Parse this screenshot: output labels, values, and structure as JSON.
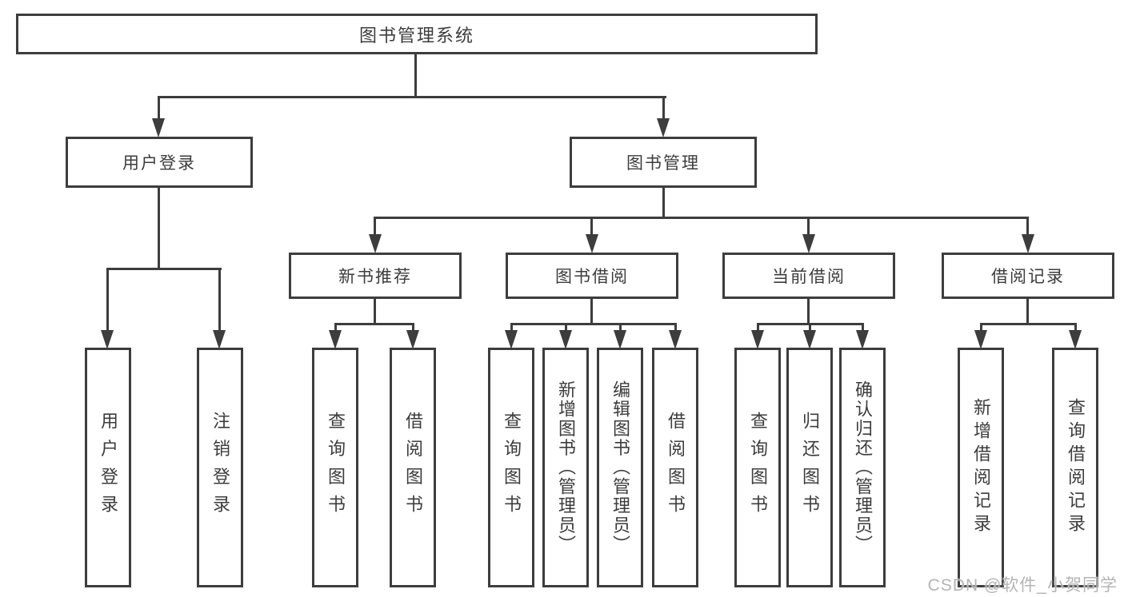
{
  "diagram": {
    "root": {
      "label": "图书管理系统"
    },
    "level2": [
      {
        "label": "用户登录"
      },
      {
        "label": "图书管理"
      }
    ],
    "level3": [
      {
        "label": "新书推荐"
      },
      {
        "label": "图书借阅"
      },
      {
        "label": "当前借阅"
      },
      {
        "label": "借阅记录"
      }
    ],
    "leaves": {
      "user_login": [
        "用户登录",
        "注销登录"
      ],
      "new_book": [
        "查询图书",
        "借阅图书"
      ],
      "book_borrow": [
        "查询图书",
        "新增图书（管理员）",
        "编辑图书（管理员）",
        "借阅图书"
      ],
      "current_borrow": [
        "查询图书",
        "归还图书",
        "确认归还（管理员）"
      ],
      "borrow_record": [
        "新增借阅记录",
        "查询借阅记录"
      ]
    },
    "watermark": "CSDN @软件_小贺同学",
    "colors": {
      "line": "#3d3d3d",
      "text": "#3c3c3c",
      "watermark": "#b4b4b4",
      "background": "#ffffff"
    }
  }
}
